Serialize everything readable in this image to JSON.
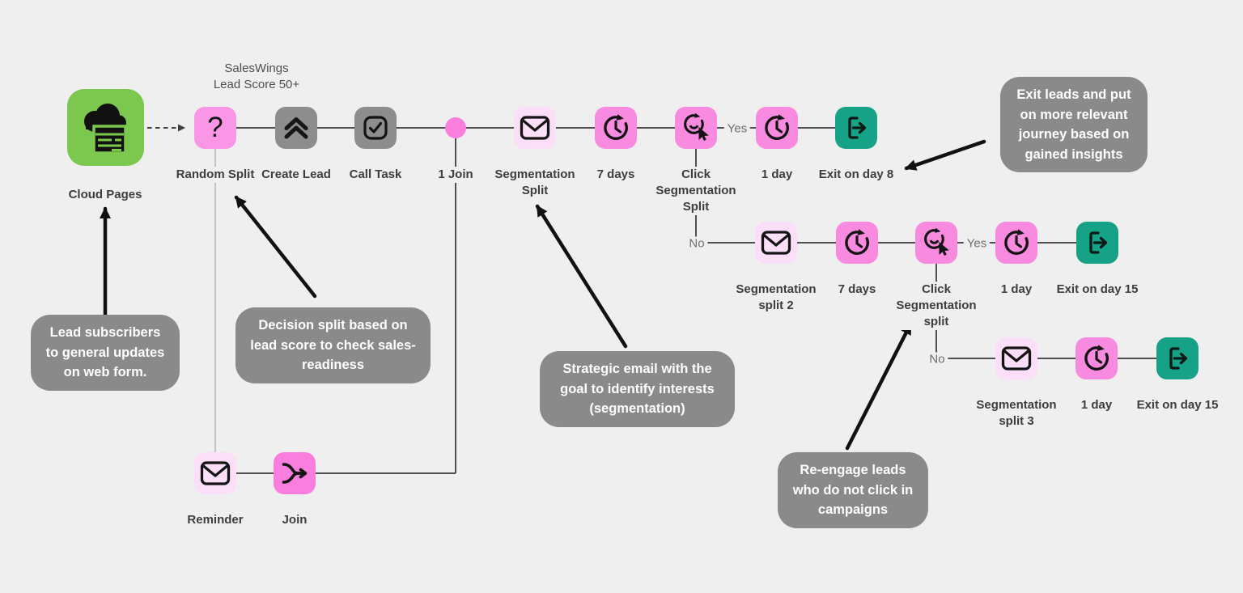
{
  "nodes": {
    "cloud_pages": {
      "label": "Cloud Pages"
    },
    "random_split": {
      "label": "Random Split",
      "glyph": "?"
    },
    "create_lead": {
      "label": "Create Lead"
    },
    "call_task": {
      "label": "Call Task"
    },
    "join_1": {
      "label": "1 Join"
    },
    "segmentation_split": {
      "label": "Segmentation Split"
    },
    "wait_7_days_a": {
      "label": "7 days"
    },
    "click_segmentation_split_a": {
      "label": "Click Segmentation Split"
    },
    "wait_1_day_a": {
      "label": "1 day"
    },
    "exit_day_8": {
      "label": "Exit on day 8"
    },
    "segmentation_split_2": {
      "label": "Segmentation split 2"
    },
    "wait_7_days_b": {
      "label": "7 days"
    },
    "click_segmentation_split_b": {
      "label": "Click Segmentation split"
    },
    "wait_1_day_b": {
      "label": "1 day"
    },
    "exit_day_15_a": {
      "label": "Exit on day 15"
    },
    "segmentation_split_3": {
      "label": "Segmentation split 3"
    },
    "wait_1_day_c": {
      "label": "1 day"
    },
    "exit_day_15_b": {
      "label": "Exit on day 15"
    },
    "reminder": {
      "label": "Reminder"
    },
    "join": {
      "label": "Join"
    }
  },
  "edge_labels": {
    "lead_score": "SalesWings Lead Score 50+",
    "yes_row1": "Yes",
    "no_row1": "No",
    "yes_row2": "Yes",
    "no_row2": "No"
  },
  "callouts": {
    "lead_subscribers": "Lead subscribers to general updates on web form.",
    "decision_split": "Decision split based on lead score to check sales-readiness",
    "strategic_email": "Strategic email with the goal to identify interests (segmentation)",
    "re_engage": "Re-engage leads who do not click in campaigns",
    "exit_leads": "Exit leads and put on more relevant journey based on gained insights"
  },
  "colors": {
    "background": "#f0efef",
    "pink": "#f88ae0",
    "pink_light": "#fbdef8",
    "pink_bright": "#f97edd",
    "green": "#7cc84e",
    "teal": "#16a287",
    "gray": "#8d8d8d",
    "callout_gray": "#8a8a8a"
  }
}
